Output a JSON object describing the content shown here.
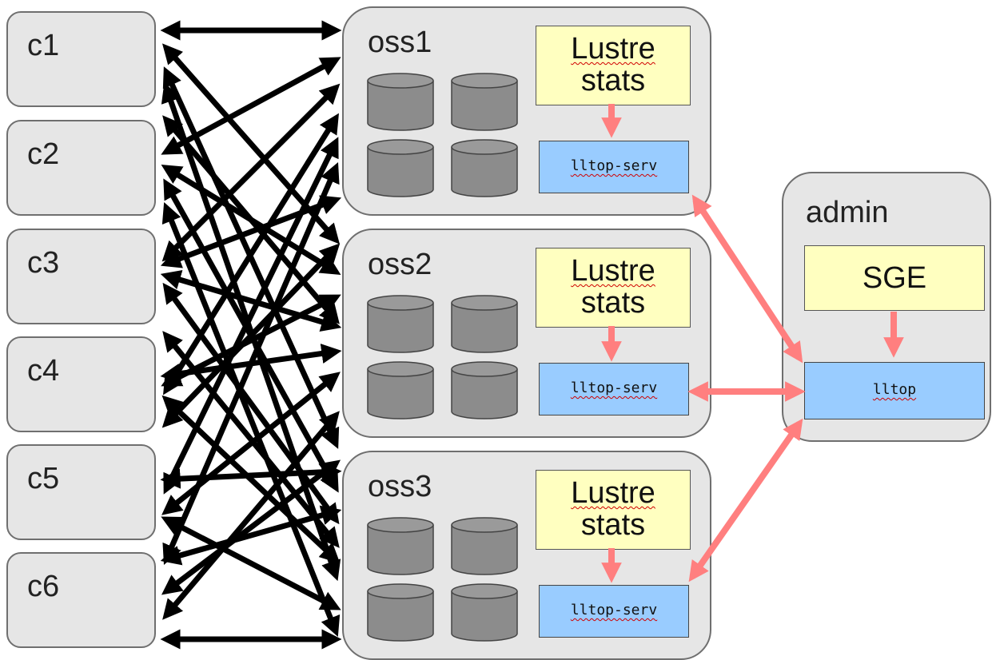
{
  "clients": [
    "c1",
    "c2",
    "c3",
    "c4",
    "c5",
    "c6"
  ],
  "servers": [
    {
      "name": "oss1",
      "stats": [
        "Lustre",
        "stats"
      ],
      "service": "lltop-serv"
    },
    {
      "name": "oss2",
      "stats": [
        "Lustre",
        "stats"
      ],
      "service": "lltop-serv"
    },
    {
      "name": "oss3",
      "stats": [
        "Lustre",
        "stats"
      ],
      "service": "lltop-serv"
    }
  ],
  "admin": {
    "name": "admin",
    "scheduler": "SGE",
    "tool": "lltop"
  },
  "colors": {
    "box": "#e6e6e6",
    "stats": "#ffffc0",
    "service": "#99ccff",
    "link": "#ff7f7f",
    "arrow": "#000000"
  }
}
